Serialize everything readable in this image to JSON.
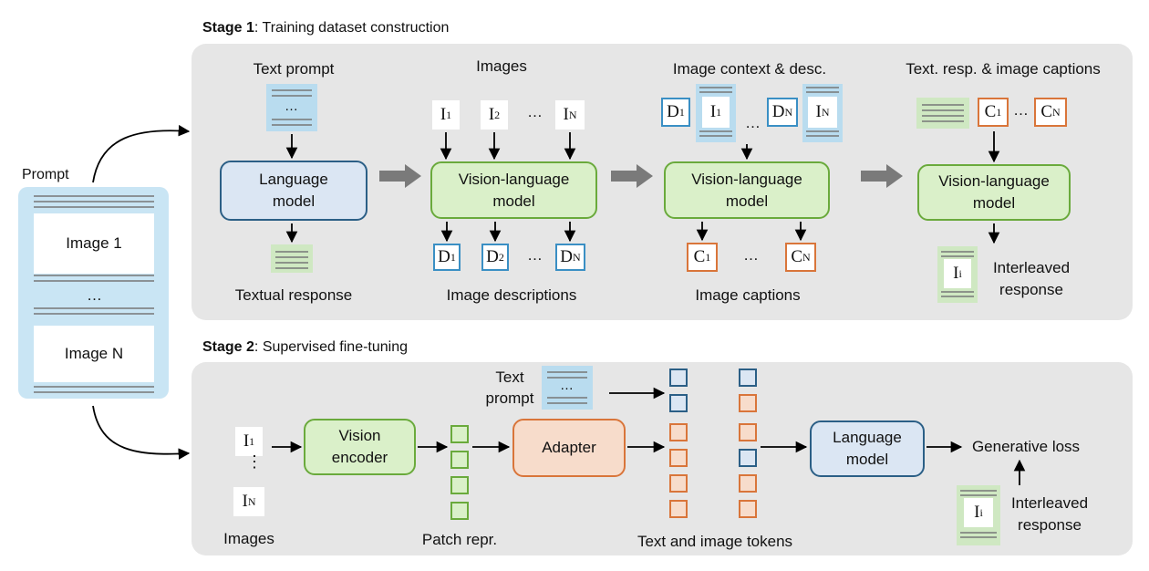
{
  "stage1": {
    "title_bold": "Stage 1",
    "title_rest": ": Training dataset construction"
  },
  "stage2": {
    "title_bold": "Stage 2",
    "title_rest": ": Supervised fine-tuning"
  },
  "prompt": {
    "label": "Prompt",
    "image1": "Image 1",
    "ellipsis": "…",
    "imageN": "Image N"
  },
  "s1": {
    "text_prompt": "Text prompt",
    "language_model": "Language model",
    "textual_response": "Textual response",
    "images": "Images",
    "vlm": "Vision-language model",
    "image_descriptions": "Image descriptions",
    "image_context": "Image context & desc.",
    "image_captions": "Image captions",
    "text_resp_captions": "Text. resp. & image captions",
    "interleaved": "Interleaved response",
    "ellipsis": "…"
  },
  "s2": {
    "text_prompt": "Text prompt",
    "vision_encoder": "Vision encoder",
    "adapter": "Adapter",
    "language_model": "Language model",
    "generative_loss": "Generative loss",
    "interleaved": "Interleaved response",
    "images": "Images",
    "patch_repr": "Patch repr.",
    "tokens": "Text and image tokens",
    "vdots": "⋮"
  },
  "tokens": {
    "I": "I",
    "D": "D",
    "C": "C",
    "sub1": "1",
    "sub2": "2",
    "subN": "N",
    "subi": "i"
  },
  "colors": {
    "panel": "#e6e6e6",
    "prompt_bg": "#c9e5f4",
    "language_model": "#dbe6f3",
    "vision_language": "#daf0c9",
    "adapter": "#f7dccb",
    "blue_border": "#3a8fc4",
    "orange_border": "#d9753a"
  }
}
